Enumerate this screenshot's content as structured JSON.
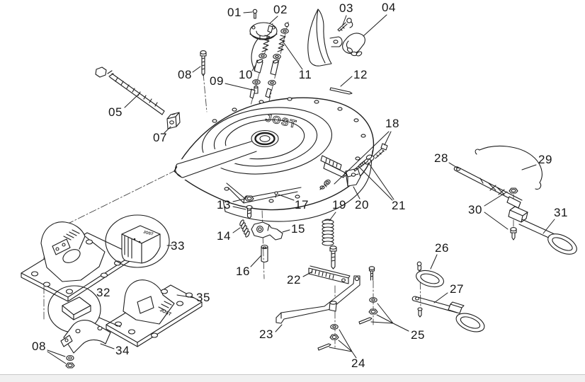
{
  "diagram": {
    "type": "exploded-parts-diagram",
    "brand": {
      "plate": "JOST",
      "cap": "JOST",
      "pedestal": "JOST"
    },
    "colors": {
      "line": "#1d1d1d",
      "background": "#ffffff",
      "footer_strip": "#f0f0f0",
      "footer_border": "#c9c9c9"
    },
    "labels": [
      {
        "text": "01"
      },
      {
        "text": "02"
      },
      {
        "text": "03"
      },
      {
        "text": "04"
      },
      {
        "text": "05"
      },
      {
        "text": "07"
      },
      {
        "text": "08"
      },
      {
        "text": "09"
      },
      {
        "text": "10"
      },
      {
        "text": "11"
      },
      {
        "text": "12"
      },
      {
        "text": "13"
      },
      {
        "text": "14"
      },
      {
        "text": "15"
      },
      {
        "text": "16"
      },
      {
        "text": "17"
      },
      {
        "text": "18"
      },
      {
        "text": "19"
      },
      {
        "text": "20"
      },
      {
        "text": "21"
      },
      {
        "text": "22"
      },
      {
        "text": "23"
      },
      {
        "text": "24"
      },
      {
        "text": "25"
      },
      {
        "text": "26"
      },
      {
        "text": "27"
      },
      {
        "text": "28"
      },
      {
        "text": "29"
      },
      {
        "text": "30"
      },
      {
        "text": "31"
      },
      {
        "text": "32"
      },
      {
        "text": "33"
      },
      {
        "text": "34"
      },
      {
        "text": "35"
      },
      {
        "text": "08"
      }
    ]
  }
}
